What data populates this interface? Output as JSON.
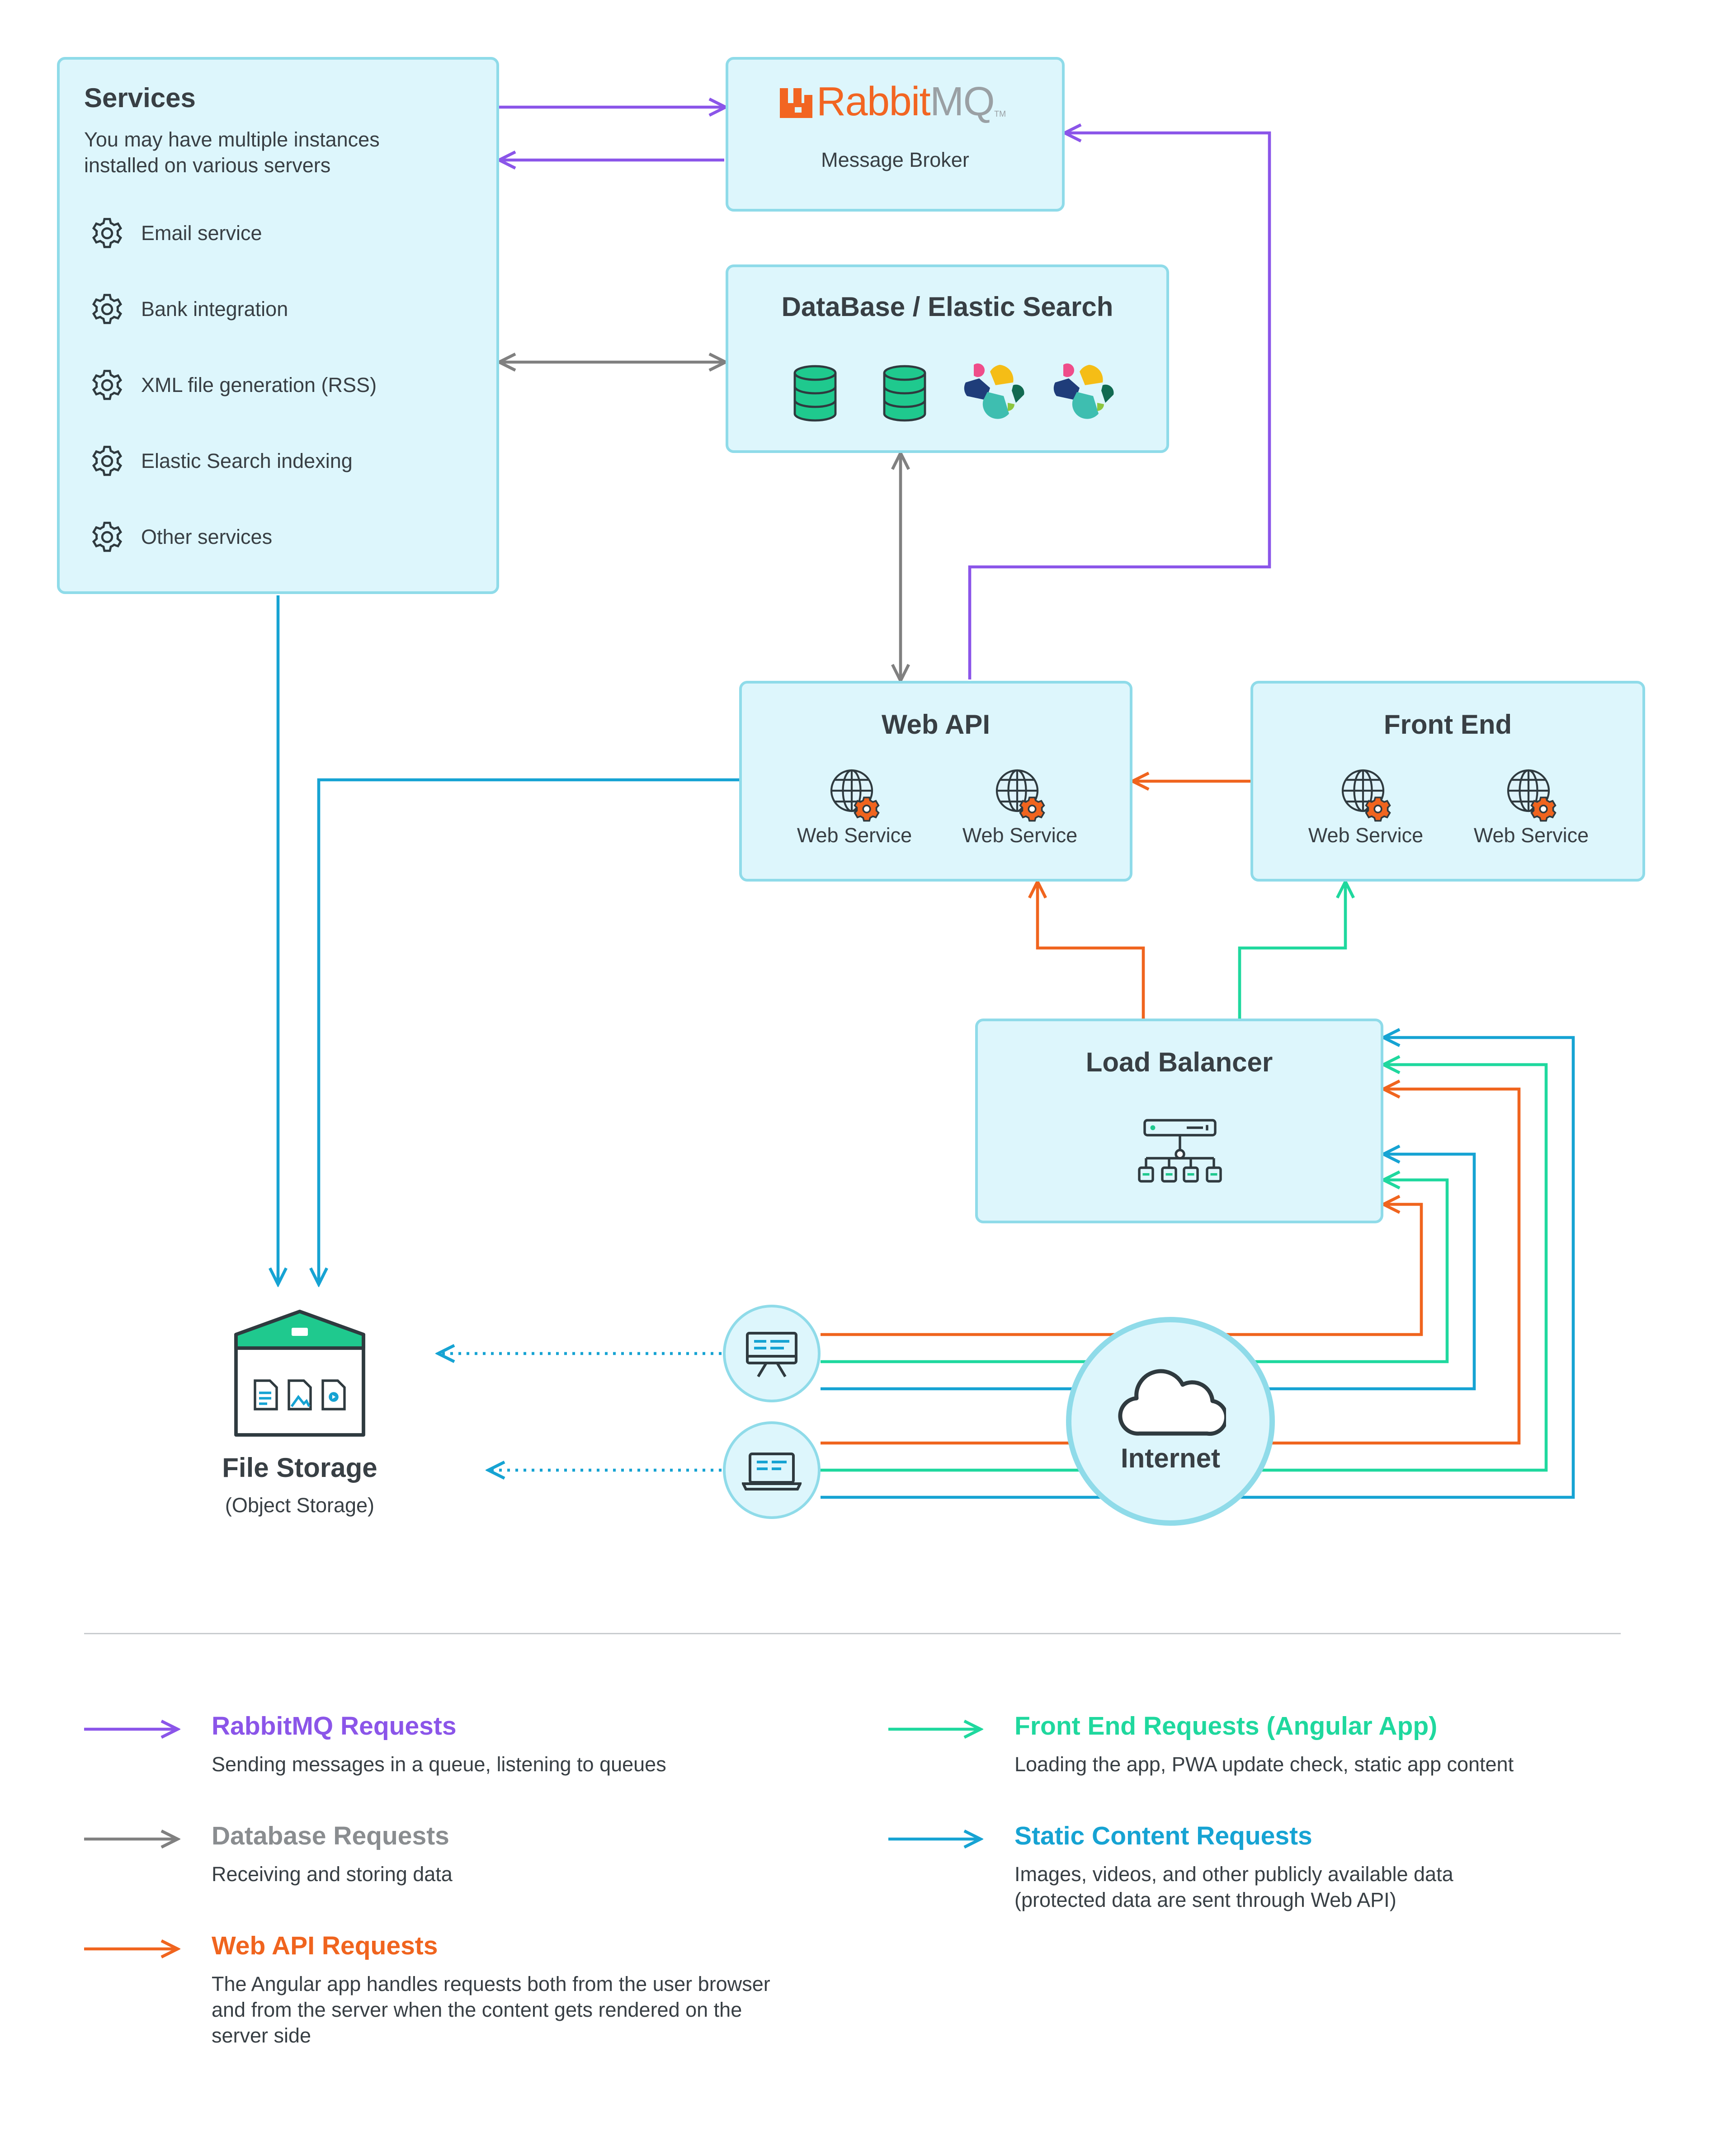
{
  "colors": {
    "rabbitmq": "#8b55e9",
    "database": "#808080",
    "webapi": "#f0641e",
    "frontend": "#1fd89e",
    "static": "#16a3d3",
    "box_fill": "#ddf6fc",
    "box_border": "#8fdbe9",
    "db_green": "#1fc98e",
    "rabbit_orange": "#f26522"
  },
  "services": {
    "title": "Services",
    "subtitle_line1": "You may have multiple instances",
    "subtitle_line2": "installed on various servers",
    "items": [
      {
        "label": "Email service",
        "icon": "gear-icon"
      },
      {
        "label": "Bank integration",
        "icon": "gear-icon"
      },
      {
        "label": "XML file generation (RSS)",
        "icon": "gear-icon"
      },
      {
        "label": "Elastic Search indexing",
        "icon": "gear-icon"
      },
      {
        "label": "Other services",
        "icon": "gear-icon"
      }
    ]
  },
  "rabbitmq": {
    "logo_text_rabbit": "Rabbit",
    "logo_text_mq": "MQ",
    "logo_tm": "TM",
    "caption": "Message Broker"
  },
  "database": {
    "title": "DataBase / Elastic Search",
    "icons": [
      "database-icon",
      "database-icon",
      "elastic-search-icon",
      "elastic-search-icon"
    ]
  },
  "web_api": {
    "title": "Web API",
    "services": [
      {
        "label": "Web Service",
        "icon": "globe-gear-icon"
      },
      {
        "label": "Web Service",
        "icon": "globe-gear-icon"
      }
    ]
  },
  "front_end": {
    "title": "Front End",
    "services": [
      {
        "label": "Web Service",
        "icon": "globe-gear-icon"
      },
      {
        "label": "Web Service",
        "icon": "globe-gear-icon"
      }
    ]
  },
  "load_balancer": {
    "title": "Load Balancer",
    "icon": "load-balancer-icon"
  },
  "file_storage": {
    "title": "File Storage",
    "subtitle": "(Object Storage)",
    "icon": "file-storage-icon"
  },
  "internet": {
    "label": "Internet",
    "icon": "cloud-icon"
  },
  "clients": [
    {
      "icon": "desktop-icon"
    },
    {
      "icon": "laptop-icon"
    }
  ],
  "legend": [
    {
      "key": "rabbitmq",
      "title": "RabbitMQ Requests",
      "lines": [
        "Sending messages in a queue, listening to queues"
      ]
    },
    {
      "key": "database",
      "title": "Database Requests",
      "lines": [
        "Receiving and storing data"
      ]
    },
    {
      "key": "webapi",
      "title": "Web API Requests",
      "lines": [
        "The Angular app handles requests both from the user browser",
        "and from the server when the content gets rendered on the",
        "server side"
      ]
    },
    {
      "key": "frontend",
      "title": "Front End Requests (Angular App)",
      "lines": [
        "Loading the app, PWA update check, static app content"
      ]
    },
    {
      "key": "static",
      "title": "Static Content Requests",
      "lines": [
        "Images, videos, and other publicly available data",
        "(protected data are sent through Web API)"
      ]
    }
  ]
}
